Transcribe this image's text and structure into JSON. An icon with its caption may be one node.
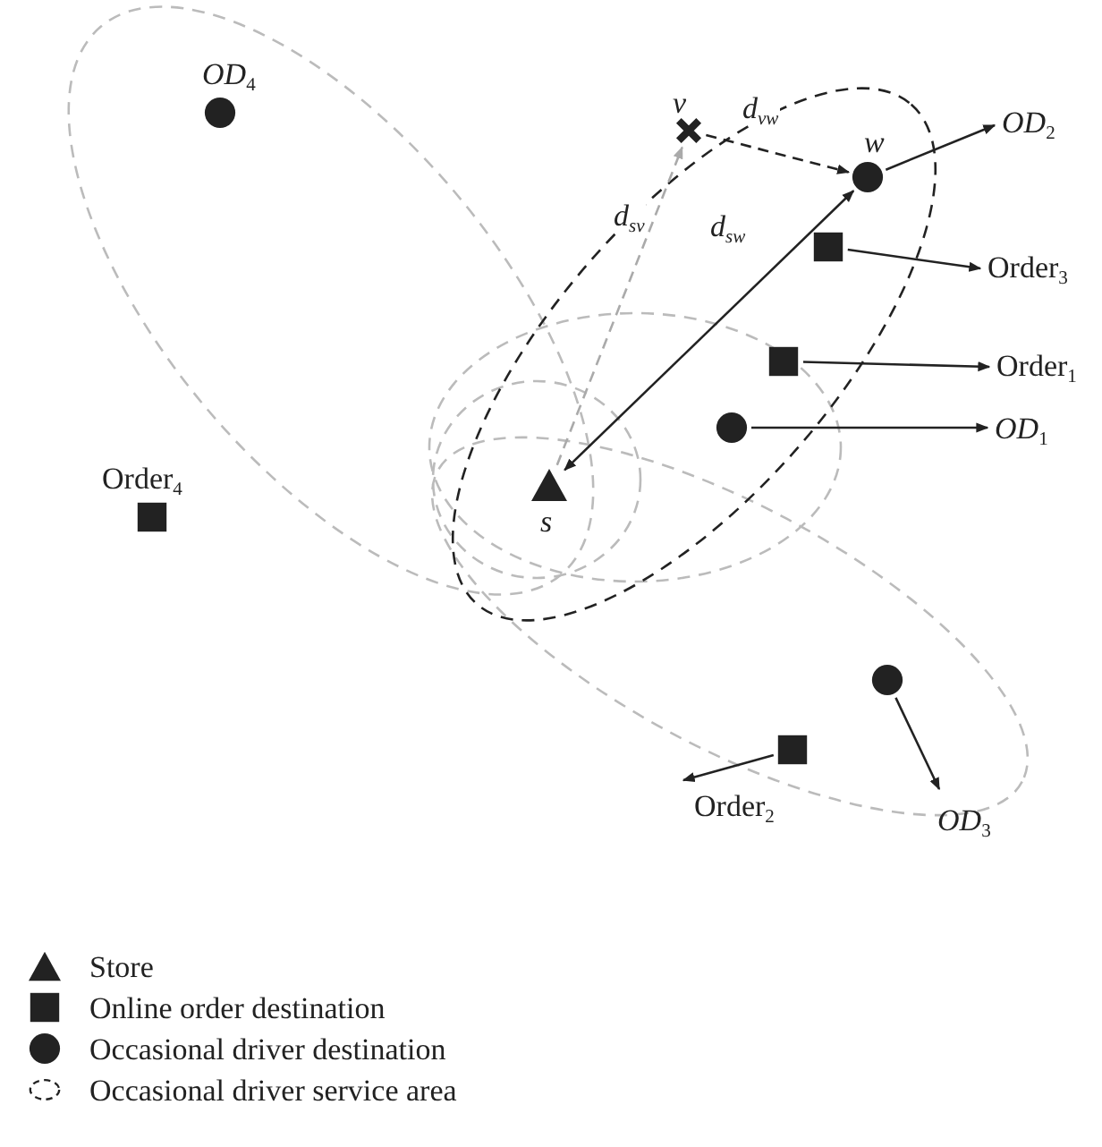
{
  "diagram": {
    "nodes": [
      {
        "text": [],
        "shape": "triangle",
        "beside": [
          "s"
        ]
      },
      {
        "text": [],
        "shape": "cross",
        "beside": [
          "v"
        ]
      },
      {
        "text": [],
        "shape": "circle",
        "beside": [
          "w"
        ]
      },
      {
        "text": [],
        "shape": "box"
      },
      {
        "text": [],
        "shape": "box"
      },
      {
        "text": [],
        "shape": "circle"
      },
      {
        "text": [],
        "shape": "circle",
        "beside": [
          "*OD*$_{4}$"
        ]
      },
      {
        "text": [],
        "shape": "box",
        "beside": [
          "Order$_{4}$"
        ]
      },
      {
        "text": [],
        "shape": "circle"
      },
      {
        "text": [],
        "shape": "box"
      },
      {
        "text": [
          "*OD*$_{2}$"
        ]
      },
      {
        "text": [
          "Order$_{3}$"
        ]
      },
      {
        "text": [
          "Order$_{1}$"
        ]
      },
      {
        "text": [
          "*OD*$_{1}$"
        ]
      },
      {
        "text": [
          "Order$_{2}$"
        ]
      },
      {
        "text": [
          "*OD*$_{3}$"
        ]
      }
    ],
    "edges": [
      {
        "from": 0,
        "to": 1,
        "arrow": "to",
        "style": "dashed",
        "color": "#aaaaaa",
        "label": "*d*$_{sv}$"
      },
      {
        "from": 1,
        "to": 2,
        "arrow": "to",
        "style": "dashed",
        "label": "*d*$_{vw}$"
      },
      {
        "from": 0,
        "to": 2,
        "arrow": "both",
        "label": "*d*$_{sw}$"
      },
      {
        "from": 2,
        "to": 10,
        "arrow": "to"
      },
      {
        "from": 3,
        "to": 11,
        "arrow": "to"
      },
      {
        "from": 4,
        "to": 12,
        "arrow": "to"
      },
      {
        "from": 5,
        "to": 13,
        "arrow": "to"
      },
      {
        "from": 9,
        "to": 14,
        "arrow": "to"
      },
      {
        "from": 8,
        "to": 15,
        "arrow": "to"
      }
    ],
    "legend": [
      {
        "text": "Store"
      },
      {
        "text": "Online order destination"
      },
      {
        "text": "Occasional driver destination"
      },
      {
        "text": "Occasional driver service area"
      }
    ]
  }
}
